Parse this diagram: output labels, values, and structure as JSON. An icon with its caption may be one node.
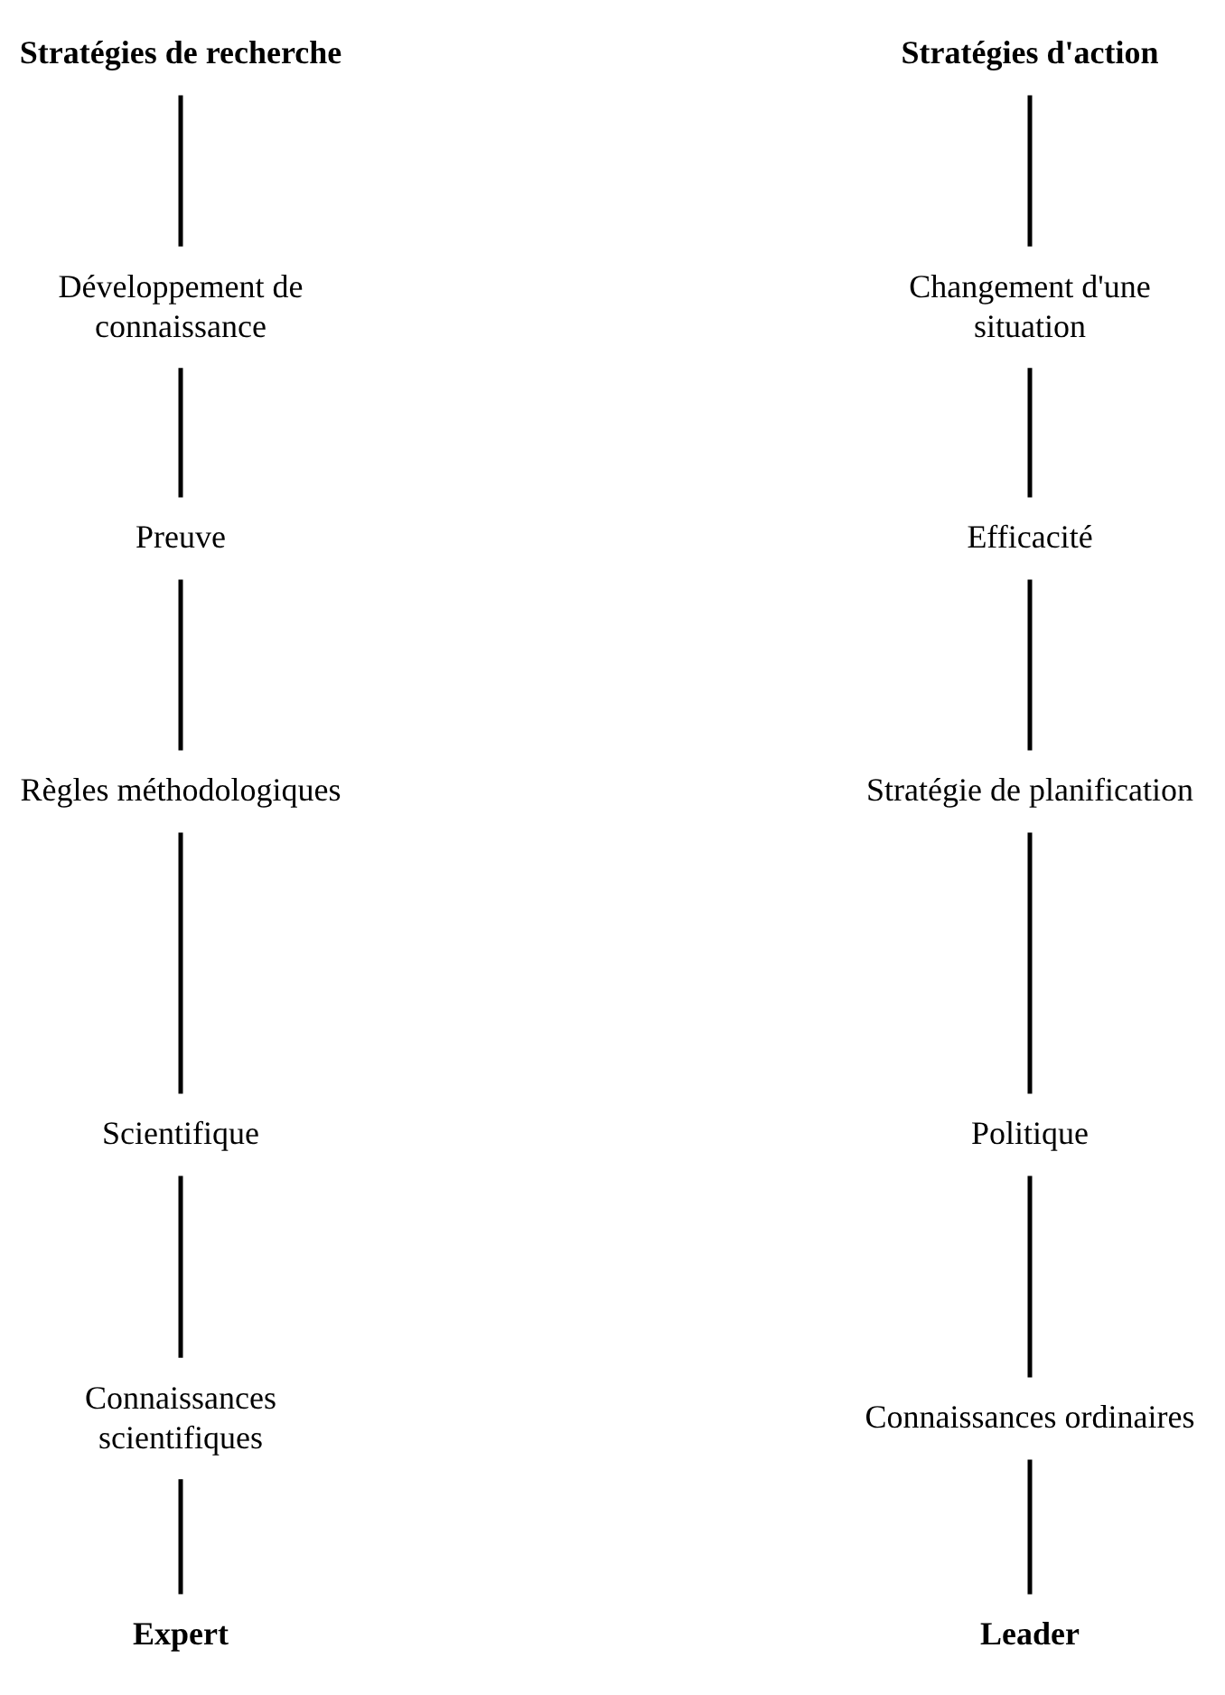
{
  "diagram": {
    "nodes": [
      {
        "text": [
          "Stratégies de recherche"
        ]
      },
      {
        "text": [
          "Développement de connaissance"
        ]
      },
      {
        "text": [
          "Preuve"
        ]
      },
      {
        "text": [
          "Règles méthodologiques"
        ]
      },
      {
        "text": [
          "Scientifique"
        ]
      },
      {
        "text": [
          "Connaissances scientifiques"
        ]
      },
      {
        "text": [
          "Expert"
        ]
      },
      {
        "text": [
          "Stratégies d'action"
        ]
      },
      {
        "text": [
          "Changement d'une situation"
        ]
      },
      {
        "text": [
          "Efficacité"
        ]
      },
      {
        "text": [
          "Stratégie de planification"
        ]
      },
      {
        "text": [
          "Politique"
        ]
      },
      {
        "text": [
          "Connaissances ordinaires"
        ]
      },
      {
        "text": [
          "Leader"
        ]
      }
    ],
    "edges": [
      {
        "from": 0,
        "to": 1,
        "arrow": "none"
      },
      {
        "from": 1,
        "to": 2,
        "arrow": "none"
      },
      {
        "from": 2,
        "to": 3,
        "arrow": "none"
      },
      {
        "from": 3,
        "to": 4,
        "arrow": "none"
      },
      {
        "from": 4,
        "to": 5,
        "arrow": "none"
      },
      {
        "from": 5,
        "to": 6,
        "arrow": "none"
      },
      {
        "from": 7,
        "to": 8,
        "arrow": "none"
      },
      {
        "from": 8,
        "to": 9,
        "arrow": "none"
      },
      {
        "from": 9,
        "to": 10,
        "arrow": "none"
      },
      {
        "from": 10,
        "to": 11,
        "arrow": "none"
      },
      {
        "from": 11,
        "to": 12,
        "arrow": "none"
      },
      {
        "from": 12,
        "to": 13,
        "arrow": "none"
      }
    ]
  }
}
